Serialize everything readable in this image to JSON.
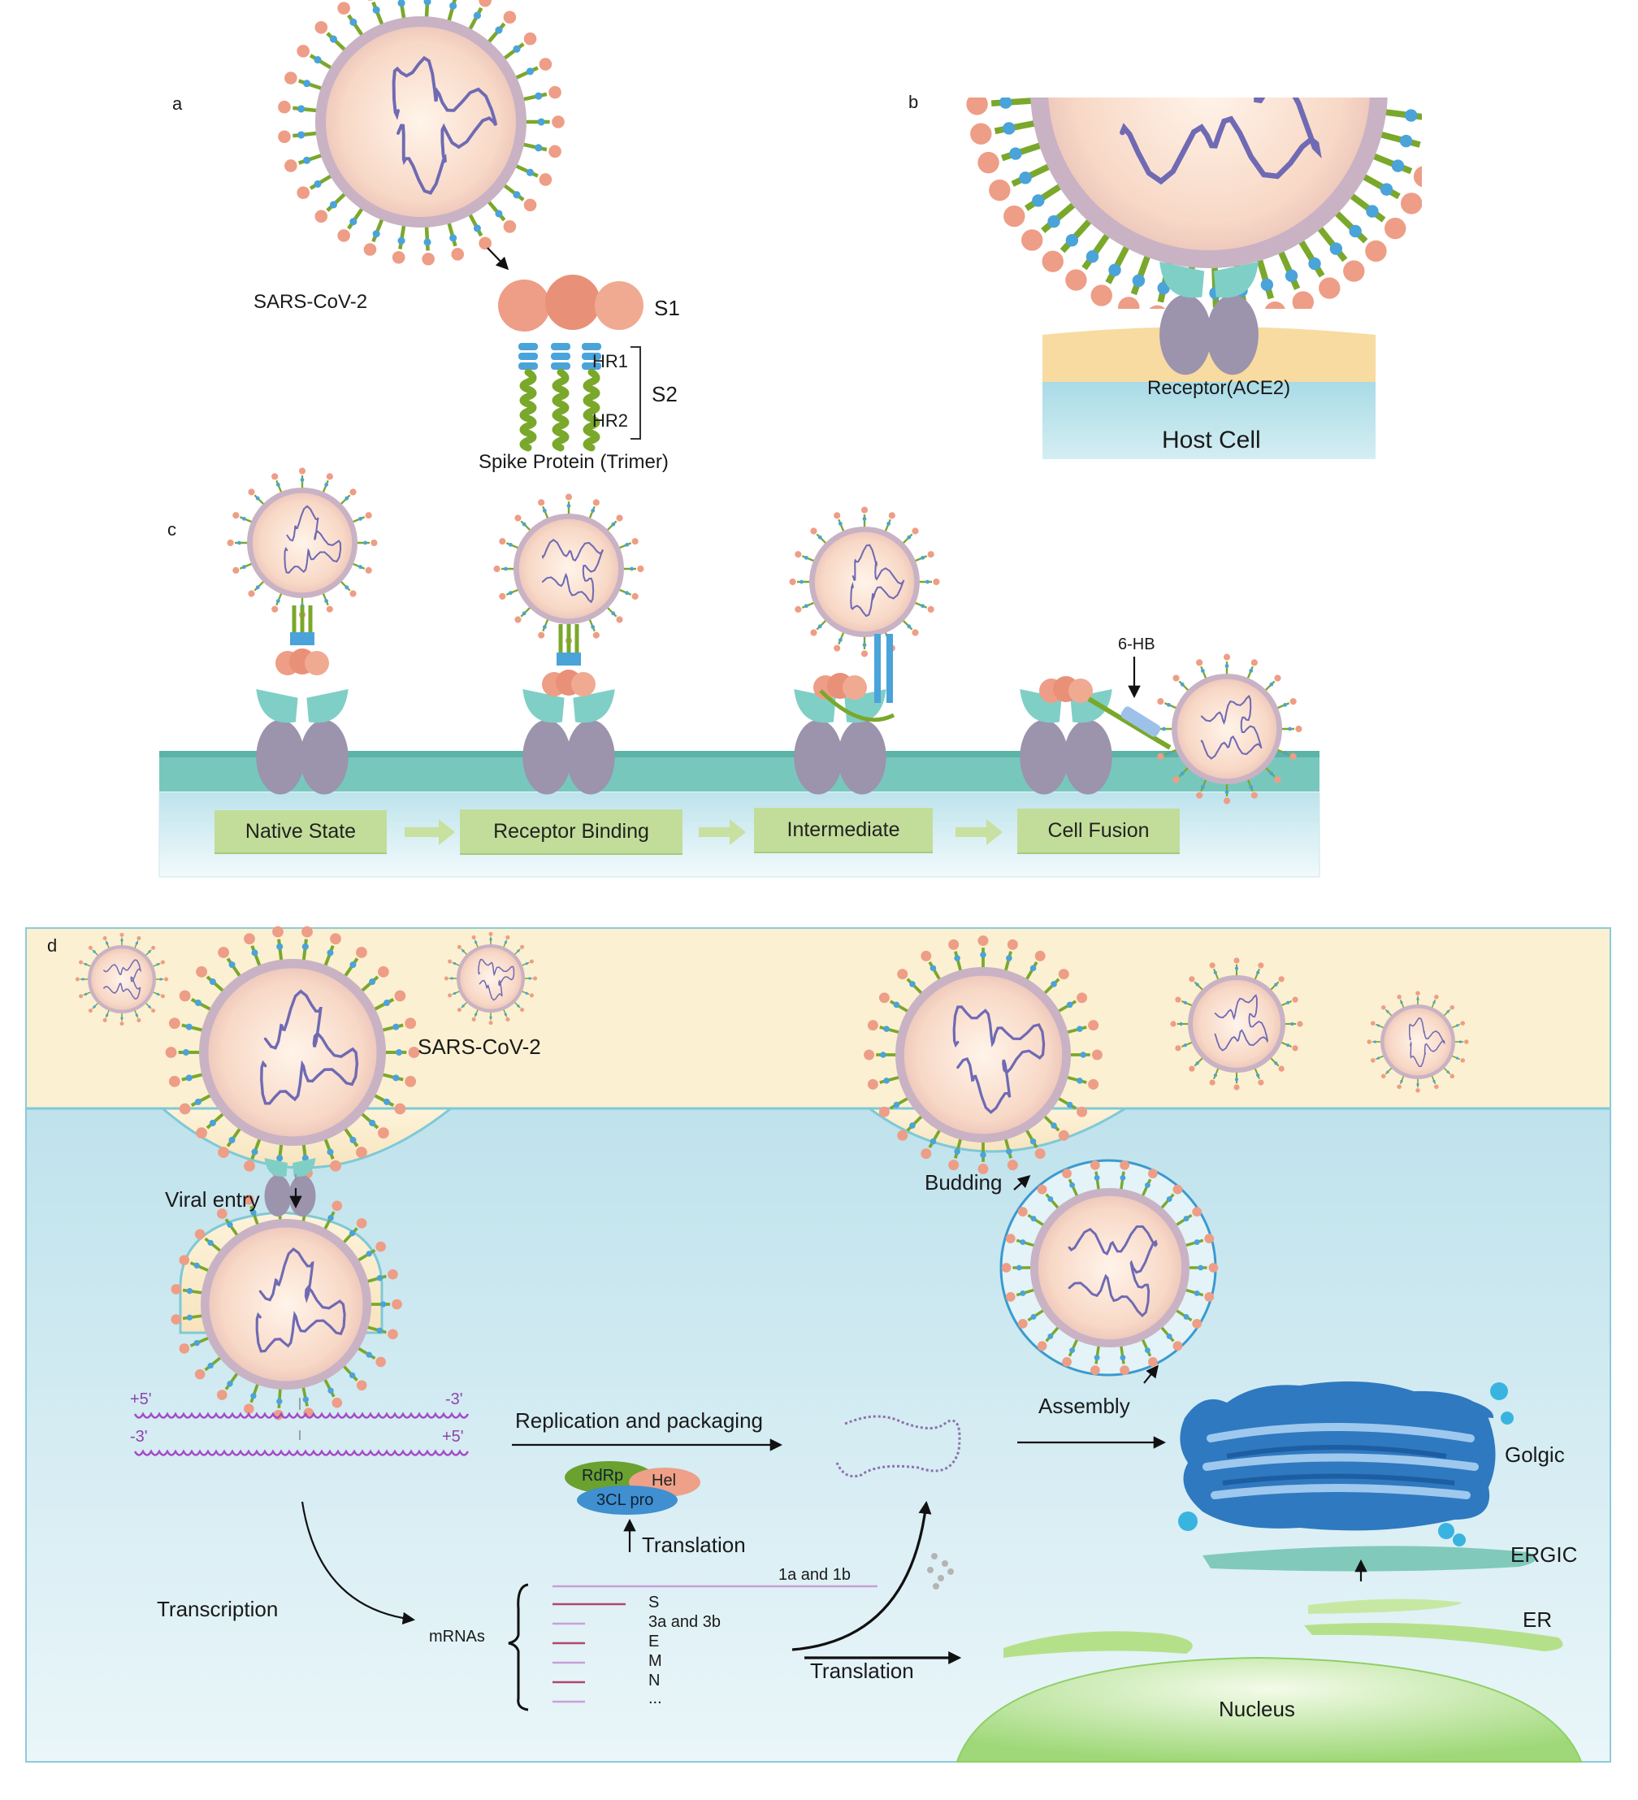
{
  "colors": {
    "capsid_fill": "#f8d2bf",
    "capsid_edge": "#c9b2c4",
    "rna": "#6f6ab3",
    "spike_head": "#ee9d86",
    "spike_hr1": "#4aa3d9",
    "spike_hr2": "#7aa82b",
    "ace2": "#9c93ad",
    "binding_domain": "#7fcfc6",
    "membrane_teal": "#78c7bd",
    "cytoplasm": "#cfeaf0",
    "extracellular": "#fbf0d2",
    "golgi": "#2f79c0",
    "er": "#b5e08a",
    "nucleus": "#c3e8a8",
    "step_box": "#c2dd99"
  },
  "panel_a": {
    "letter": "a",
    "virus_label": "SARS-CoV-2",
    "s1_label": "S1",
    "hr1_label": "HR1",
    "s2_label": "S2",
    "hr2_label": "HR2",
    "caption": "Spike Protein (Trimer)"
  },
  "panel_b": {
    "letter": "b",
    "receptor_label": "Receptor(ACE2)",
    "host_label": "Host Cell"
  },
  "panel_c": {
    "letter": "c",
    "hb_label": "6-HB",
    "steps": [
      "Native State",
      "Receptor Binding",
      "Intermediate",
      "Cell Fusion"
    ]
  },
  "panel_d": {
    "letter": "d",
    "virus_label": "SARS-CoV-2",
    "viral_entry": "Viral entry",
    "budding": "Budding",
    "assembly": "Assembly",
    "replication": "Replication and packaging",
    "translation_up": "Translation",
    "translation_right": "Translation",
    "transcription": "Transcription",
    "mrnas": "mRNAs",
    "rdrp": "RdRp",
    "hel": "Hel",
    "pro": "3CL pro",
    "plus5_top": "+5'",
    "minus3_top": "-3'",
    "minus3_bottom": "-3'",
    "plus5_bottom": "+5'",
    "orf_1a1b": "1a and 1b",
    "genes": [
      "S",
      "3a and 3b",
      "E",
      "M",
      "N",
      "..."
    ],
    "golgic": "Golgic",
    "ergic": "ERGIC",
    "er": "ER",
    "nucleus": "Nucleus"
  }
}
